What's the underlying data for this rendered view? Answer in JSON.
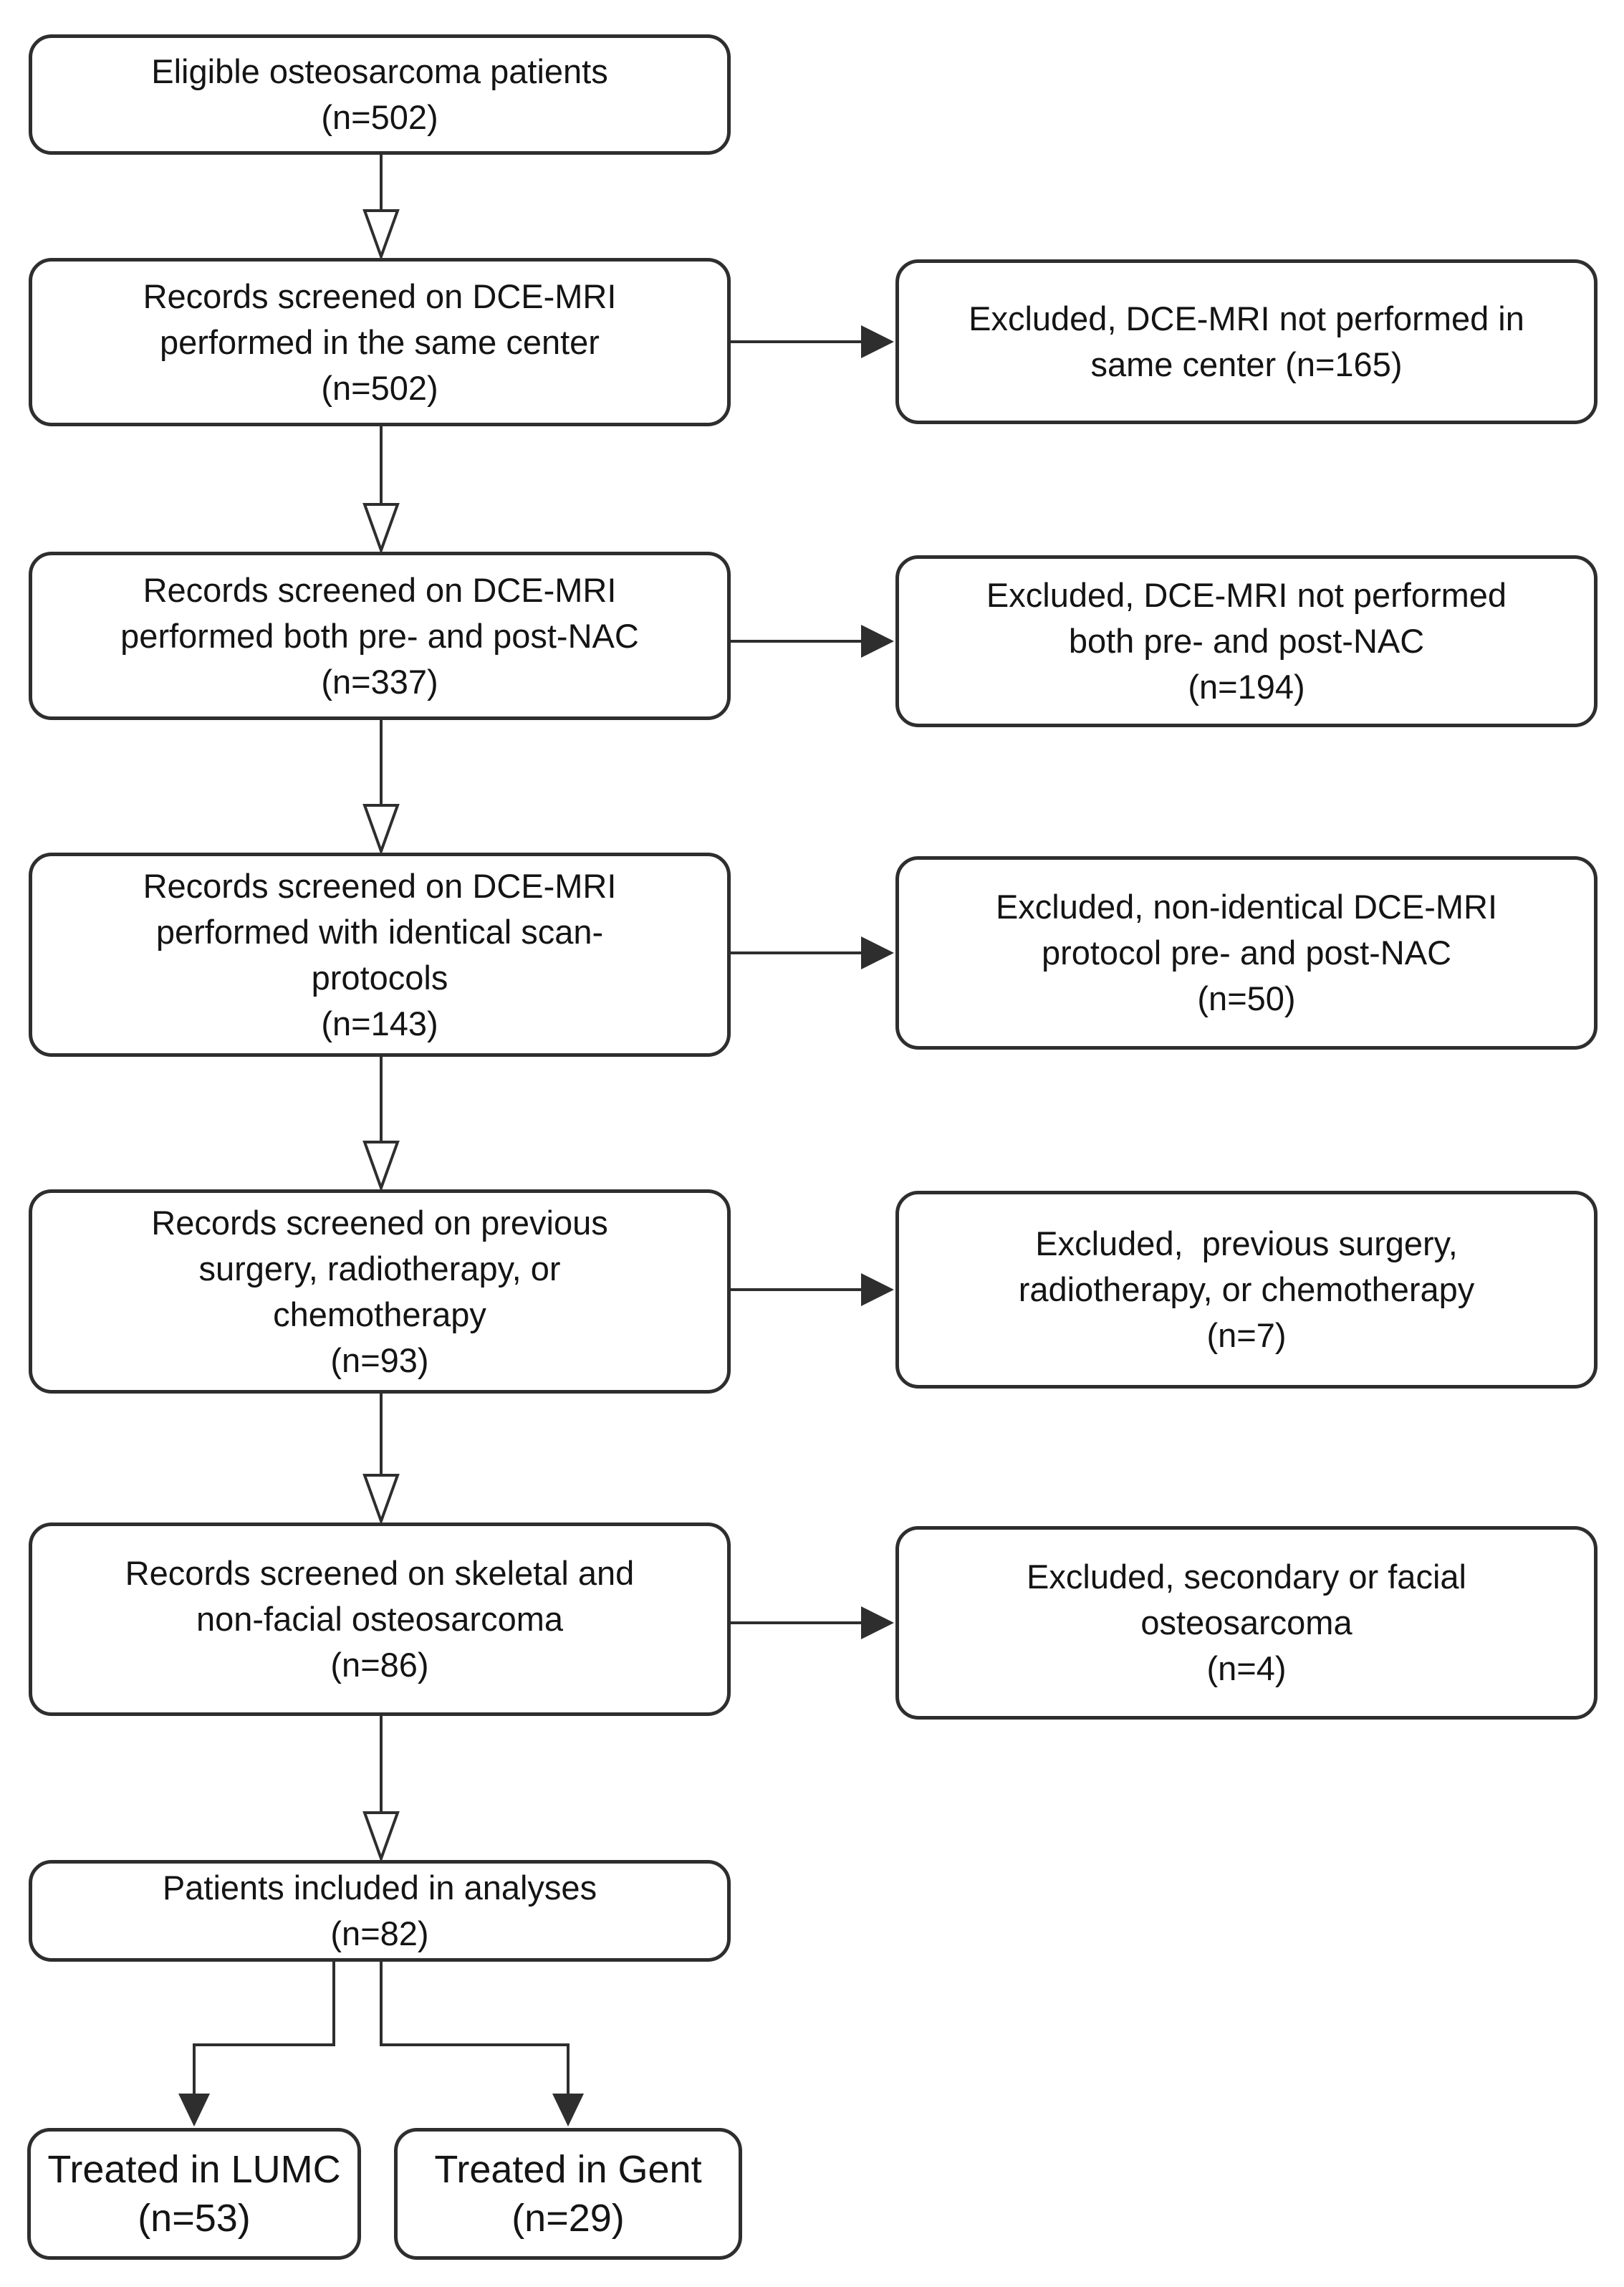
{
  "diagram": {
    "nodes": {
      "eligible": {
        "lines": [
          "Eligible osteosarcoma patients",
          "(n=502)"
        ]
      },
      "screen_center": {
        "lines": [
          "Records screened on DCE-MRI",
          "performed in the same center",
          "(n=502)"
        ]
      },
      "screen_prepost": {
        "lines": [
          "Records screened on DCE-MRI",
          "performed both pre- and post-NAC",
          "(n=337)"
        ]
      },
      "screen_protocol": {
        "lines": [
          "Records screened on DCE-MRI",
          "performed with identical scan-",
          "protocols",
          "(n=143)"
        ]
      },
      "screen_prior": {
        "lines": [
          "Records screened on previous",
          "surgery, radiotherapy, or",
          "chemotherapy",
          "(n=93)"
        ]
      },
      "screen_skeletal": {
        "lines": [
          "Records screened on skeletal and",
          "non-facial osteosarcoma",
          "(n=86)"
        ]
      },
      "included": {
        "lines": [
          "Patients included in analyses",
          "(n=82)"
        ]
      },
      "treated_lumc": {
        "lines": [
          "Treated in LUMC",
          "(n=53)"
        ]
      },
      "treated_gent": {
        "lines": [
          "Treated in Gent",
          "(n=29)"
        ]
      },
      "excl_center": {
        "lines": [
          "Excluded, DCE-MRI not performed in",
          "same center (n=165)"
        ]
      },
      "excl_prepost": {
        "lines": [
          "Excluded, DCE-MRI not performed",
          "both pre- and post-NAC",
          "(n=194)"
        ]
      },
      "excl_protocol": {
        "lines": [
          "Excluded, non-identical DCE-MRI",
          "protocol pre- and post-NAC",
          "(n=50)"
        ]
      },
      "excl_prior": {
        "lines": [
          "Excluded,  previous surgery,",
          "radiotherapy, or chemotherapy",
          "(n=7)"
        ]
      },
      "excl_secondary": {
        "lines": [
          "Excluded, secondary or facial",
          "osteosarcoma",
          "(n=4)"
        ]
      }
    },
    "colors": {
      "box_border": "#2e2e2e",
      "box_fill": "#ffffff",
      "text": "#141414",
      "connector": "#2e2e2e",
      "page_background": "#ffffff"
    }
  }
}
